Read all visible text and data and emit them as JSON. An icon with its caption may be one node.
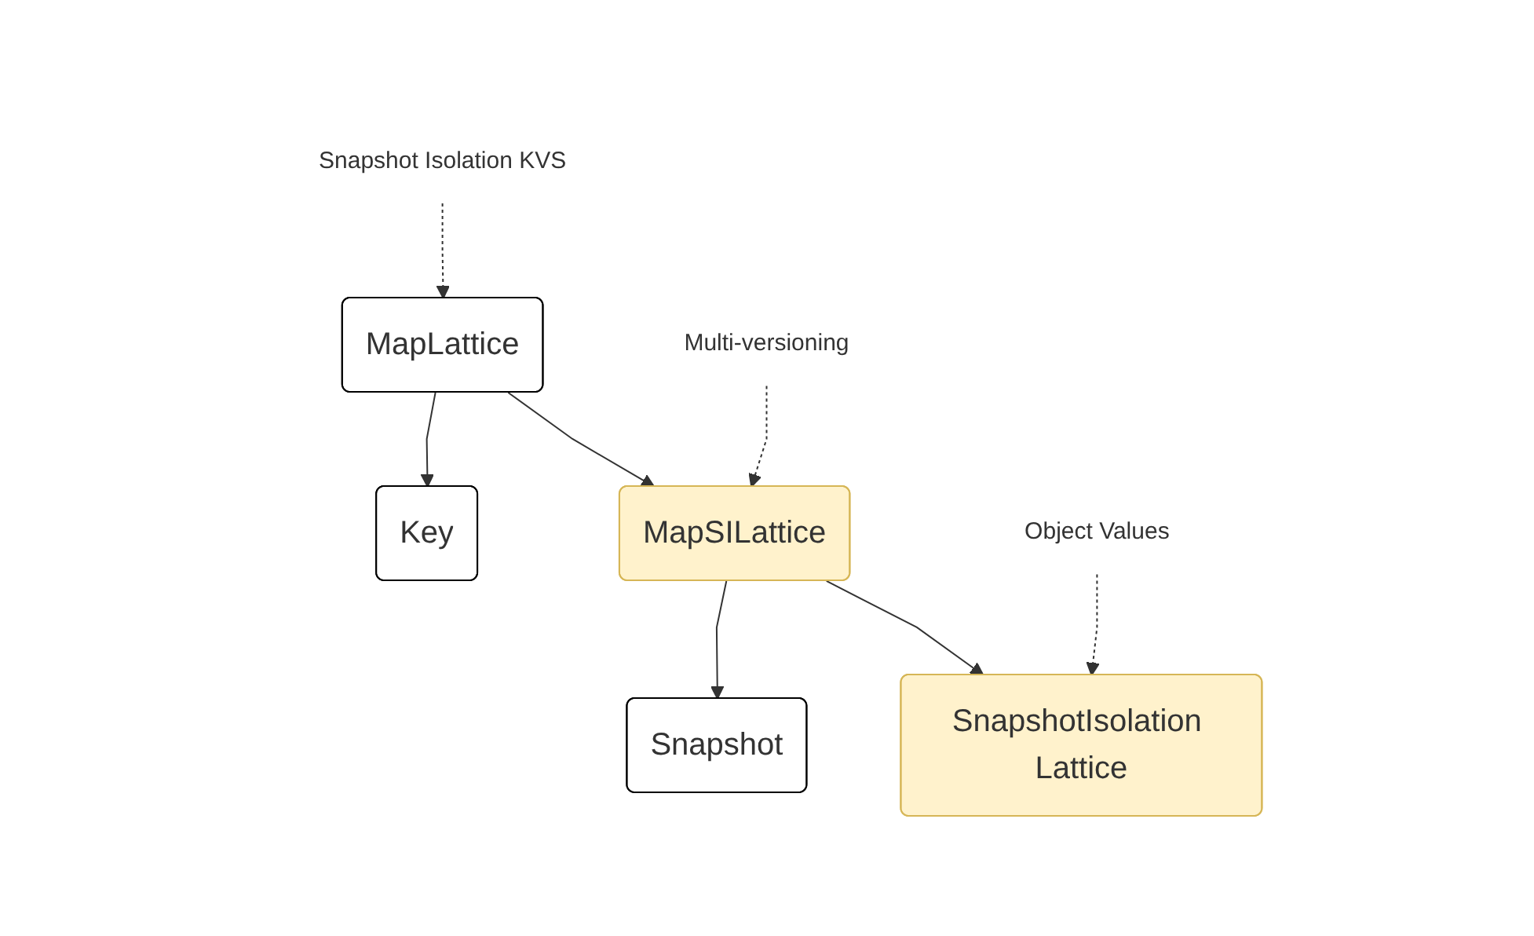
{
  "diagram": {
    "nodes": [
      {
        "text": [
          "Snapshot Isolation KVS"
        ]
      },
      {
        "text": [
          "MapLattice"
        ]
      },
      {
        "text": [
          "Multi-versioning"
        ]
      },
      {
        "text": [
          "Key"
        ]
      },
      {
        "text": [
          "MapSILattice"
        ]
      },
      {
        "text": [
          "Object Values"
        ]
      },
      {
        "text": [
          "Snapshot"
        ]
      },
      {
        "text": [
          "SnapshotIsolation Lattice"
        ]
      }
    ],
    "edges": [
      {
        "from": 0,
        "to": 1,
        "arrow": "to",
        "style": "dashed"
      },
      {
        "from": 1,
        "to": 3,
        "arrow": "to"
      },
      {
        "from": 1,
        "to": 4,
        "arrow": "to"
      },
      {
        "from": 2,
        "to": 4,
        "arrow": "to",
        "style": "dashed"
      },
      {
        "from": 4,
        "to": 6,
        "arrow": "to"
      },
      {
        "from": 4,
        "to": 7,
        "arrow": "to"
      },
      {
        "from": 5,
        "to": 7,
        "arrow": "to",
        "style": "dashed"
      }
    ]
  }
}
